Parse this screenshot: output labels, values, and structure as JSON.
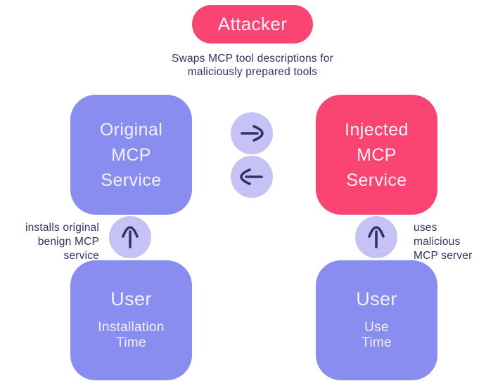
{
  "attacker": {
    "label": "Attacker"
  },
  "caption": "Swaps MCP tool descriptions for\nmaliciously prepared tools",
  "exchange": {
    "top_icon": "arrow-right-icon",
    "bottom_icon": "arrow-left-icon"
  },
  "left_flow": {
    "service_label": "Original\nMCP\nService",
    "edge_icon": "arrow-up-icon",
    "edge_label": "installs original\nbenign MCP service",
    "user_label": "User",
    "user_sublabel": "Installation\nTime"
  },
  "right_flow": {
    "service_label": "Injected\nMCP\nService",
    "edge_icon": "arrow-up-icon",
    "edge_label": "uses malicious\nMCP server",
    "user_label": "User",
    "user_sublabel": "Use\nTime"
  },
  "colors": {
    "pink": "#fa4573",
    "purple": "#8a8df0",
    "lavender": "#c7c2f6",
    "navy": "#32306a",
    "text_light": "#f3f0fa",
    "background": "#ffffff"
  }
}
